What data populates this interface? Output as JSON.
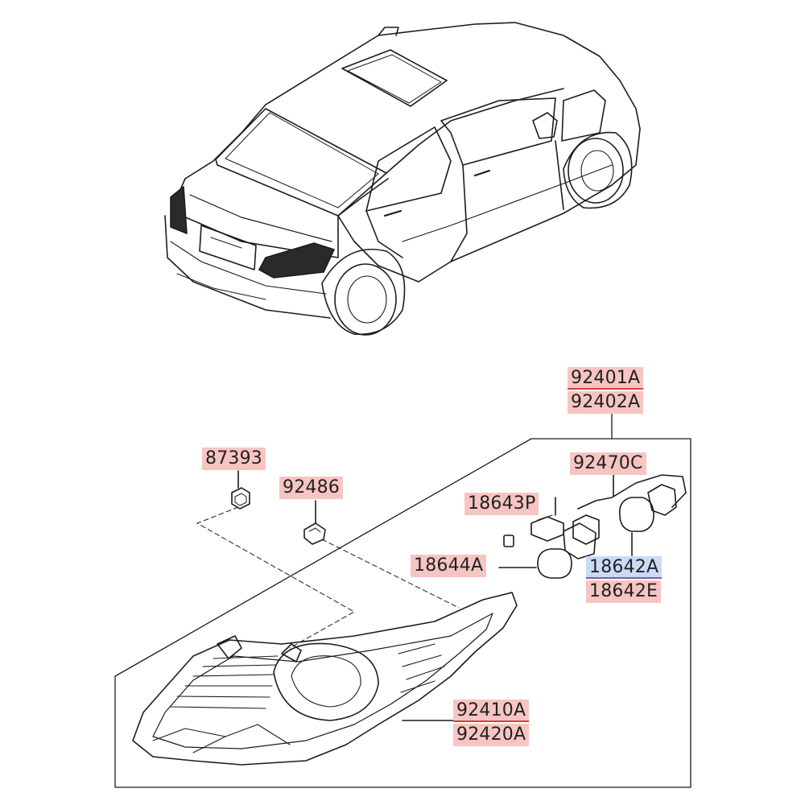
{
  "colors": {
    "line": "#1c1c1c",
    "label_bg": "#f6c5c2",
    "label_highlight_bg": "#c9dbf5",
    "taillight_fill": "#2a2a2a"
  },
  "illustration": {
    "vehicle_icon": "car-rear-three-quarter-icon",
    "assembly_icon": "rear-combination-lamp-icon"
  },
  "part_numbers": {
    "assembly_main_1": "92401A",
    "assembly_main_2": "92402A",
    "nut": "87393",
    "grommet": "92486",
    "socket_wiring": "92470C",
    "socket": "18643P",
    "bulb_small": "18644A",
    "bulb_main_1": "18642A",
    "bulb_main_2": "18642E",
    "lens_housing_1": "92410A",
    "lens_housing_2": "92420A"
  }
}
